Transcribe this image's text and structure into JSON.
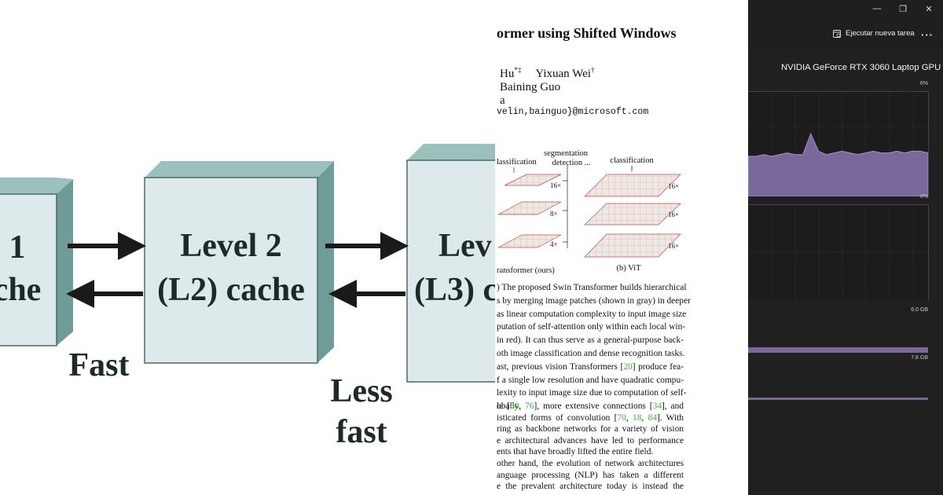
{
  "cache_diagram": {
    "level1_lines": [
      "1",
      "che"
    ],
    "level2_lines": [
      "Level 2",
      "(L2) cache"
    ],
    "level3_lines": [
      "Lev",
      "(L3) c"
    ],
    "fast_label": "Fast",
    "less_fast_lines": [
      "Less",
      "fast"
    ],
    "colors": {
      "box_front": "#dde9ea",
      "box_side": "#6f9c98",
      "box_top": "#9bc1bd",
      "arrow": "#1a1a1a"
    }
  },
  "paper": {
    "title_fragment": "ormer using Shifted Windows",
    "authors_line1": {
      "a": "Hu",
      "a_sup": "*‡",
      "b": "Yixuan Wei",
      "b_sup": "†"
    },
    "authors_line2": "Baining Guo",
    "authors_line3": "a",
    "email_fragment": "velin,bainguo}@microsoft.com",
    "figure": {
      "left_top_label": "lassification",
      "middle_top_label_lines": [
        "segmentation",
        "detection ..."
      ],
      "right_top_label": "classification",
      "left_scales": [
        "16×",
        "8×",
        "4×"
      ],
      "right_scales": [
        "16×",
        "16×",
        "16×"
      ],
      "left_caption": "ransformer (ours)",
      "right_caption": "(b) ViT"
    },
    "caption_lines": [
      ") The proposed Swin Transformer builds hierarchical",
      "s by merging image patches (shown in gray) in deeper",
      "as linear computation complexity to input image size",
      "putation of self-attention only within each local win-",
      "in red). It can thus serve as a general-purpose back-",
      "oth image classification and dense recognition tasks.",
      "ast, previous vision Transformers [20] produce fea-",
      "f a single low resolution and have quadratic compu-",
      "lexity to input image size due to computation of self-",
      "obally."
    ],
    "body_lines": [
      "le [30, 76], more extensive connections [34], and",
      "isticated forms of convolution [70, 18, 84]. With",
      "ring as backbone networks for a variety of vision",
      "e architectural advances have led to performance",
      "ents that have broadly lifted the entire field.",
      "other hand, the evolution of network architectures",
      "anguage processing (NLP) has taken a different",
      "e the prevalent architecture today is instead the"
    ],
    "colors": {
      "ref_link": "#3cb43c"
    }
  },
  "task_manager": {
    "window_buttons": {
      "minimize": "—",
      "maximize": "❐",
      "close": "✕"
    },
    "new_task_label": "Ejecutar nueva tarea",
    "more_label": "···",
    "gpu_name": "NVIDIA GeForce RTX 3060 Laptop GPU",
    "util_max_label": "6%",
    "util_zero_label": "0%",
    "mem_label_1": "6.0 GB",
    "mem_label_2": "7.8 GB",
    "gpu_util_series_pct": [
      2.3,
      2.3,
      2.4,
      2.3,
      2.4,
      2.5,
      2.4,
      2.4,
      3.6,
      2.6,
      2.4,
      2.5,
      2.6,
      2.5,
      2.4,
      2.5,
      2.6,
      2.5,
      2.5,
      2.6,
      2.5,
      2.6,
      2.6,
      2.5
    ],
    "colors": {
      "graph_fill": "#7b689a",
      "graph_line": "#a78fd0",
      "accent": "#7a6796"
    }
  }
}
